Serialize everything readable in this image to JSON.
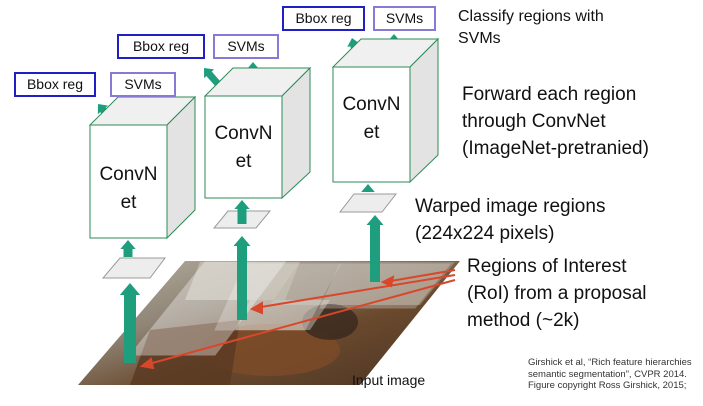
{
  "labels": {
    "bbox_reg": "Bbox reg",
    "svms": "SVMs",
    "convnet_line1": "ConvN",
    "convnet_line2": "et",
    "input_image": "Input image"
  },
  "annotations": {
    "classify_line1": "Classify regions with",
    "classify_line2": "SVMs",
    "forward_line1": "Forward each region",
    "forward_line2": "through ConvNet",
    "forward_line3": "(ImageNet-pretranied)",
    "warped_line1": "Warped image regions",
    "warped_line2": "(224x224 pixels)",
    "roi_line1": "Regions of Interest",
    "roi_line2": "(RoI) from a proposal",
    "roi_line3": "method (~2k)"
  },
  "citation": {
    "line1": "Girshick et al, “Rich feature hierarchies",
    "line2": "semantic segmentation”, CVPR 2014.",
    "line3": "Figure copyright Ross Girshick, 2015; "
  },
  "colors": {
    "arrow": "#1f9e7e",
    "bbox_border": "#1f1fc4",
    "svm_border": "#8a78d6",
    "roi_line": "#d9472b",
    "cube_face": "#ffffff",
    "cube_side": "#e6e6e6",
    "cube_top": "#f0f0f0",
    "cube_edge": "#2e8b57"
  }
}
